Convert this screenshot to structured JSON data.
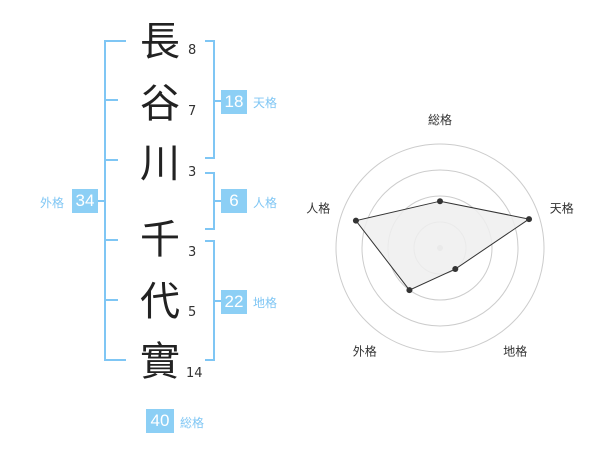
{
  "name_chars": [
    {
      "char": "長",
      "strokes": "8"
    },
    {
      "char": "谷",
      "strokes": "7"
    },
    {
      "char": "川",
      "strokes": "3"
    },
    {
      "char": "千",
      "strokes": "3"
    },
    {
      "char": "代",
      "strokes": "5"
    },
    {
      "char": "實",
      "strokes": "14"
    }
  ],
  "fortunes": {
    "tenkaku": {
      "value": "18",
      "label": "天格"
    },
    "jinkaku": {
      "value": "6",
      "label": "人格"
    },
    "chikaku": {
      "value": "22",
      "label": "地格"
    },
    "gaikaku": {
      "value": "34",
      "label": "外格"
    },
    "soukaku": {
      "value": "40",
      "label": "総格"
    }
  },
  "chart_data": {
    "type": "radar",
    "axes": [
      "総格",
      "天格",
      "地格",
      "外格",
      "人格"
    ],
    "values": [
      0.45,
      0.9,
      0.25,
      0.5,
      0.85
    ],
    "range": [
      0,
      1
    ],
    "rings": 4,
    "colors": {
      "fill": "#eeeeee",
      "line": "#333333",
      "grid": "#cccccc",
      "point": "#333333"
    }
  }
}
